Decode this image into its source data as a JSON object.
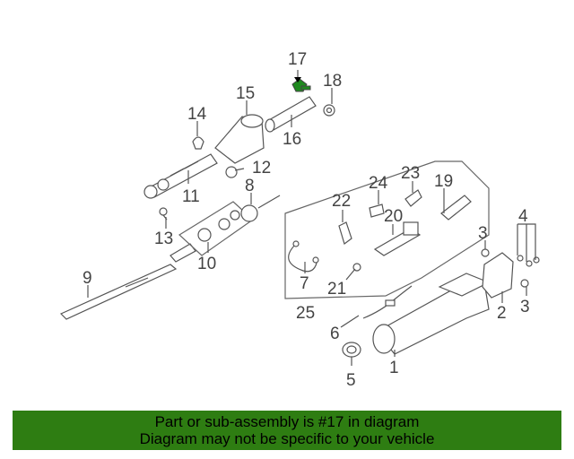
{
  "diagram": {
    "highlight_color": "#1f8a1f",
    "callouts": [
      {
        "id": "c1",
        "label": "1"
      },
      {
        "id": "c2",
        "label": "2"
      },
      {
        "id": "c3a",
        "label": "3"
      },
      {
        "id": "c3b",
        "label": "3"
      },
      {
        "id": "c4",
        "label": "4"
      },
      {
        "id": "c5",
        "label": "5"
      },
      {
        "id": "c6",
        "label": "6"
      },
      {
        "id": "c7",
        "label": "7"
      },
      {
        "id": "c8",
        "label": "8"
      },
      {
        "id": "c9",
        "label": "9"
      },
      {
        "id": "c10",
        "label": "10"
      },
      {
        "id": "c11",
        "label": "11"
      },
      {
        "id": "c12",
        "label": "12"
      },
      {
        "id": "c13",
        "label": "13"
      },
      {
        "id": "c14",
        "label": "14"
      },
      {
        "id": "c15",
        "label": "15"
      },
      {
        "id": "c16",
        "label": "16"
      },
      {
        "id": "c17",
        "label": "17"
      },
      {
        "id": "c18",
        "label": "18"
      },
      {
        "id": "c19",
        "label": "19"
      },
      {
        "id": "c20",
        "label": "20"
      },
      {
        "id": "c21",
        "label": "21"
      },
      {
        "id": "c22",
        "label": "22"
      },
      {
        "id": "c23",
        "label": "23"
      },
      {
        "id": "c24",
        "label": "24"
      },
      {
        "id": "c25",
        "label": "25"
      }
    ]
  },
  "banner": {
    "line1": "Part or sub-assembly is #17 in diagram",
    "line2": "Diagram may not be specific to your vehicle",
    "background": "#2e7d12"
  }
}
